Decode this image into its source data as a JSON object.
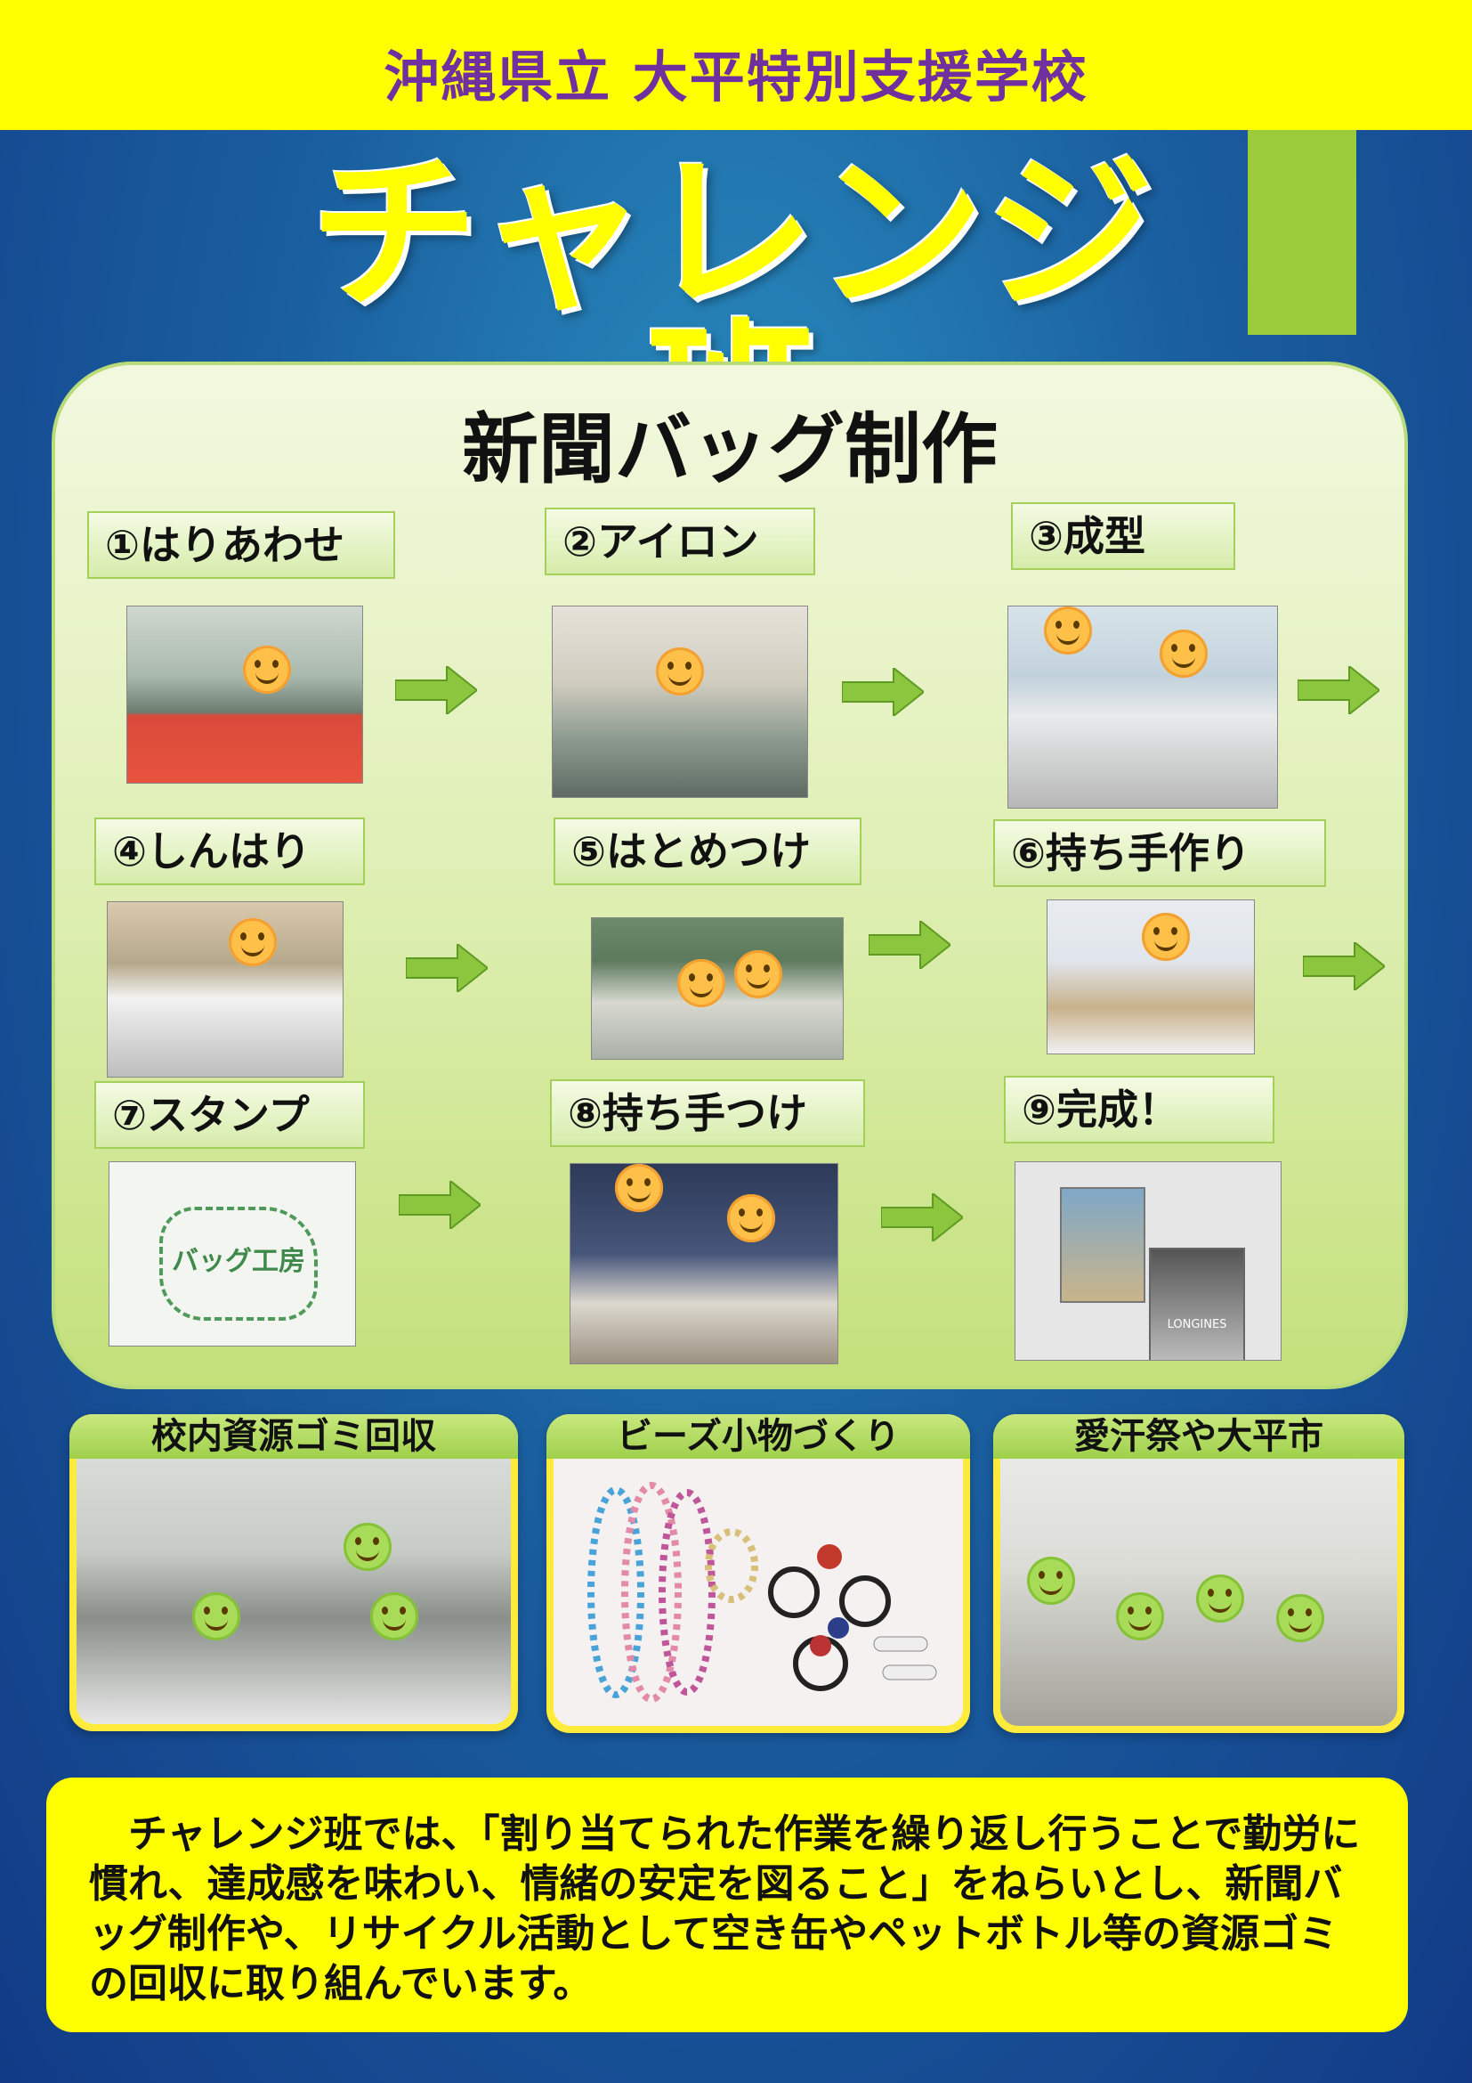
{
  "header": {
    "school_name": "沖縄県立 大平特別支援学校"
  },
  "title": "チャレンジ班",
  "section": {
    "title": "新聞バッグ制作",
    "steps": [
      "①はりあわせ",
      "②アイロン",
      "③成型",
      "④しんはり",
      "⑤はとめつけ",
      "⑥持ち手作り",
      "⑦スタンプ",
      "⑧持ち手つけ",
      "⑨完成！"
    ]
  },
  "activities": [
    {
      "label": "校内資源ゴミ回収"
    },
    {
      "label": "ビーズ小物づくり"
    },
    {
      "label": "愛汗祭や大平市"
    }
  ],
  "stamp_text": "バッグ工房",
  "bag_text": "LONGINES",
  "description": "　チャレンジ班では、「割り当てられた作業を繰り返し行うことで勤労に慣れ、達成感を味わい、情緒の安定を図ること」をねらいとし、新聞バッグ制作や、リサイクル活動として空き缶やペットボトル等の資源ゴミの回収に取り組んでいます。",
  "colors": {
    "header_bg": "#ffff00",
    "school_name": "#7030a0",
    "title": "#ffff00",
    "panel_accent": "#9ccb3b",
    "arrow": "#8cc63f"
  }
}
